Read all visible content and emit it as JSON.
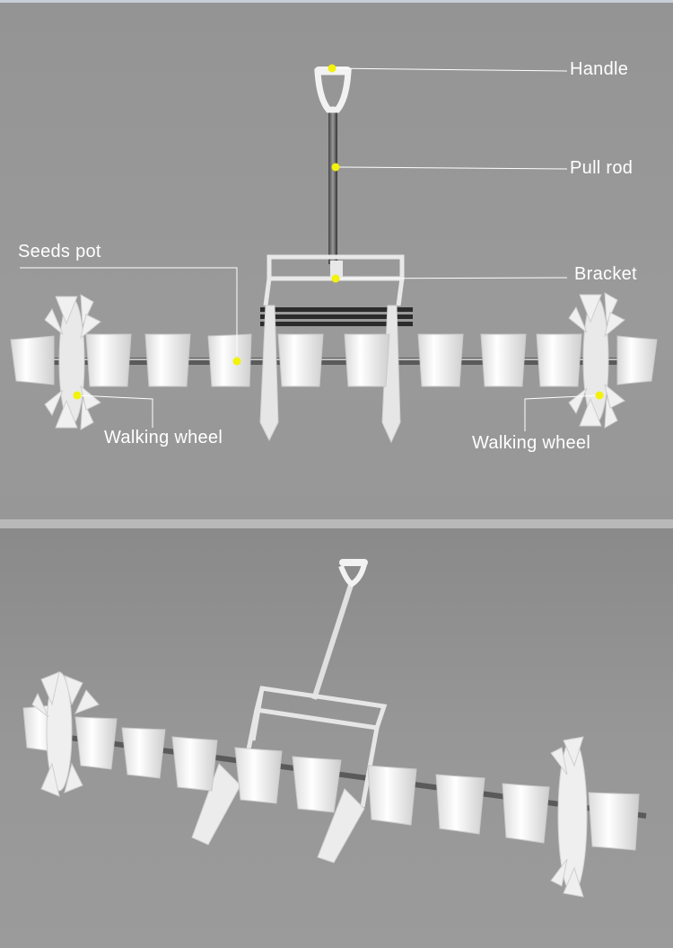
{
  "labels": {
    "handle": "Handle",
    "pull_rod": "Pull rod",
    "seeds_pot": "Seeds pot",
    "bracket": "Bracket",
    "walking_wheel_left": "Walking wheel",
    "walking_wheel_right": "Walking wheel"
  },
  "colors": {
    "marker": "#f2f20a",
    "leader": "#ffffff",
    "background": "#969696",
    "plastic": "#f4f4f4"
  }
}
